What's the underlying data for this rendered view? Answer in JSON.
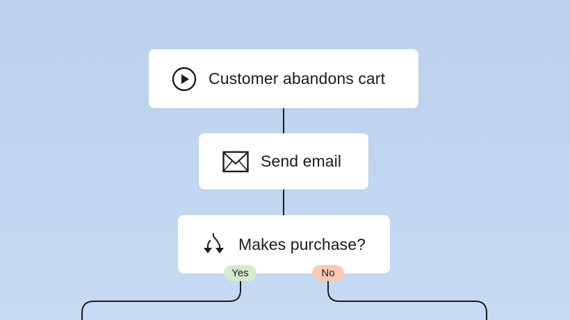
{
  "diagram": {
    "type": "flowchart",
    "colors": {
      "background": "#bfd4ee",
      "card": "#ffffff",
      "connector": "#1c1a1a",
      "yes_pill": "#d6eacb",
      "no_pill": "#f8c9b5"
    },
    "nodes": [
      {
        "id": "start",
        "label": "Customer abandons cart",
        "icon": "play-circle-icon",
        "kind": "trigger"
      },
      {
        "id": "email",
        "label": "Send email",
        "icon": "envelope-icon",
        "kind": "action"
      },
      {
        "id": "decision",
        "label": "Makes purchase?",
        "icon": "split-arrows-icon",
        "kind": "condition"
      }
    ],
    "branches": {
      "yes": {
        "label": "Yes"
      },
      "no": {
        "label": "No"
      }
    },
    "edges": [
      {
        "from": "start",
        "to": "email"
      },
      {
        "from": "email",
        "to": "decision"
      },
      {
        "from": "decision",
        "branch": "Yes",
        "direction": "left"
      },
      {
        "from": "decision",
        "branch": "No",
        "direction": "right"
      }
    ]
  }
}
